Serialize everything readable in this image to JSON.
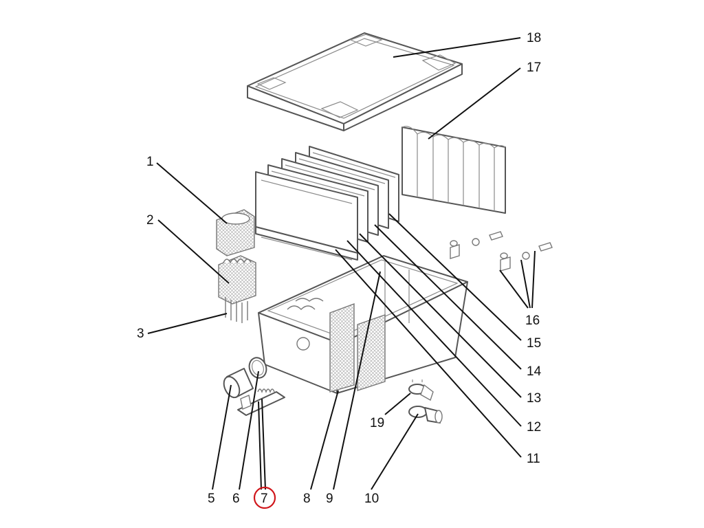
{
  "diagram": {
    "callouts": [
      {
        "id": "1",
        "text": "1"
      },
      {
        "id": "2",
        "text": "2"
      },
      {
        "id": "3",
        "text": "3"
      },
      {
        "id": "5",
        "text": "5"
      },
      {
        "id": "6",
        "text": "6"
      },
      {
        "id": "7",
        "text": "7",
        "highlighted": true
      },
      {
        "id": "8",
        "text": "8"
      },
      {
        "id": "9",
        "text": "9"
      },
      {
        "id": "10",
        "text": "10"
      },
      {
        "id": "11",
        "text": "11"
      },
      {
        "id": "12",
        "text": "12"
      },
      {
        "id": "13",
        "text": "13"
      },
      {
        "id": "14",
        "text": "14"
      },
      {
        "id": "15",
        "text": "15"
      },
      {
        "id": "16",
        "text": "16"
      },
      {
        "id": "17",
        "text": "17"
      },
      {
        "id": "18",
        "text": "18"
      },
      {
        "id": "19",
        "text": "19"
      }
    ],
    "colors": {
      "line": "#555555",
      "leader": "#111111",
      "highlight": "#d0161b",
      "background": "#ffffff"
    }
  }
}
